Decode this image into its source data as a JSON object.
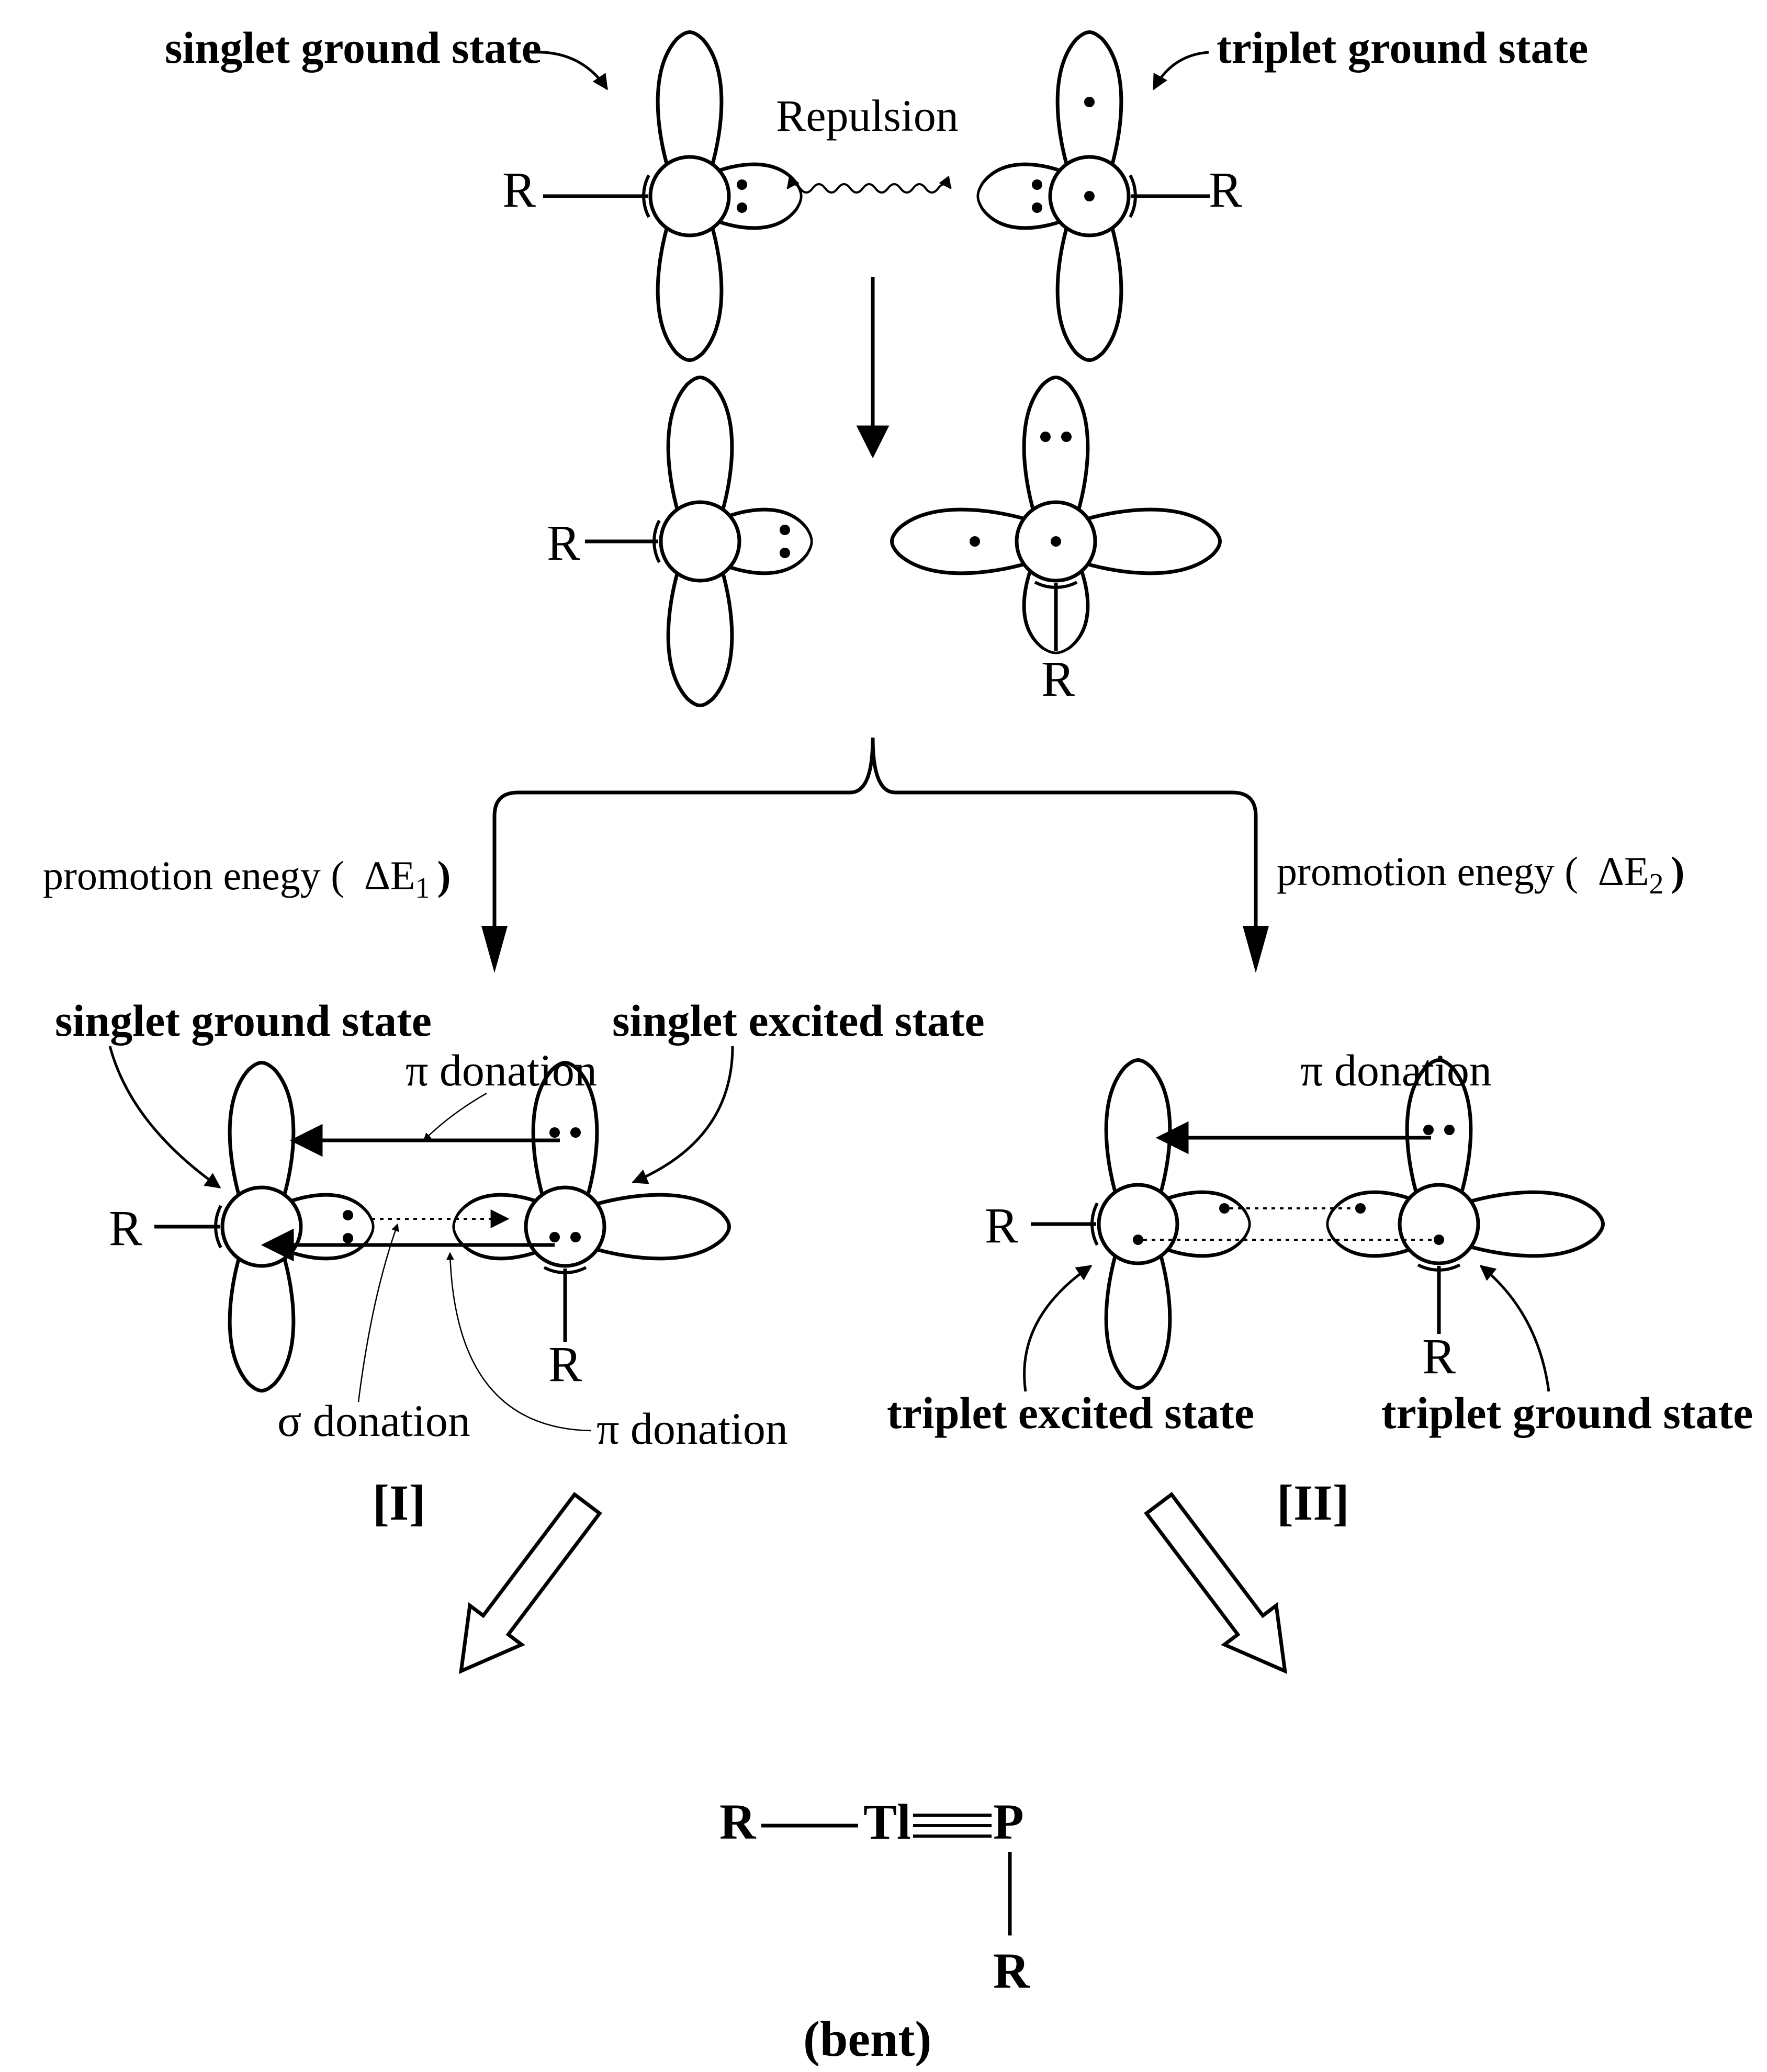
{
  "top": {
    "singlet_label": "singlet ground state",
    "triplet_label": "triplet ground state",
    "repulsion": "Repulsion",
    "r_left": "R",
    "r_right": "R"
  },
  "middle": {
    "r_left": "R",
    "r_right": "R"
  },
  "promotion": {
    "left_text": "promotion enegy (",
    "left_delta": "ΔE",
    "left_sub": "1",
    "left_close": ")",
    "right_text": "promotion enegy (",
    "right_delta": "ΔE",
    "right_sub": "2",
    "right_close": ")"
  },
  "complex_I": {
    "singlet_ground": "singlet ground state",
    "singlet_excited": "singlet excited state",
    "pi_top": "π donation",
    "sigma": "σ donation",
    "pi_bottom": "π donation",
    "r_left": "R",
    "r_bottom": "R",
    "label": "[I]"
  },
  "complex_II": {
    "pi_top": "π donation",
    "triplet_excited": "triplet excited state",
    "triplet_ground": "triplet ground state",
    "r_left": "R",
    "r_bottom": "R",
    "label": "[II]"
  },
  "product": {
    "r1": "R",
    "tl": "Tl",
    "p": "P",
    "r2": "R",
    "geometry": "(bent)"
  }
}
